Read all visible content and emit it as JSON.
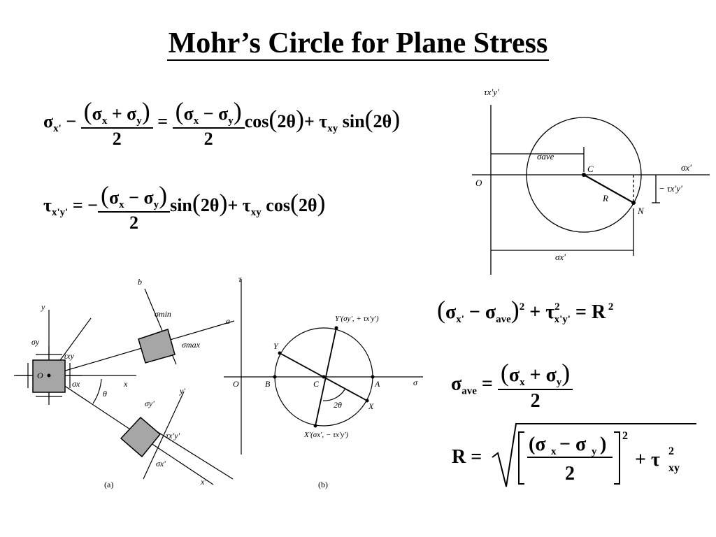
{
  "title": "Mohr’s Circle for Plane Stress",
  "equations": {
    "sigma_xprime": "σx' − (σx + σy)/2 = (σx − σy)/2 cos(2θ) + τxy sin(2θ)",
    "tau_xprime_yprime": "τx'y' = −(σx − σy)/2 sin(2θ) + τxy cos(2θ)",
    "circle": "(σx' − σave)² + τ²x'y' = R²",
    "sigma_ave": "σave = (σx + σy)/2",
    "radius": "R = √[((σx − σy)/2)² + τ²xy]"
  },
  "top_diagram": {
    "tau_axis": "τx'y'",
    "sigma_axis": "σx'",
    "origin": "O",
    "sigma_ave": "σave",
    "center": "C",
    "radius": "R",
    "point": "N",
    "neg_tau": "− τx'y'",
    "sigma_x": "σx'"
  },
  "fig_a": {
    "caption": "(a)",
    "labels": [
      "y",
      "b",
      "a",
      "σmin",
      "σmax",
      "σy",
      "τxy",
      "O",
      "σx",
      "x",
      "θ",
      "σy'",
      "y'",
      "τx'y'",
      "σx'",
      "x'"
    ]
  },
  "fig_b": {
    "caption": "(b)",
    "labels": [
      "τ",
      "Y'(σy', + τx'y')",
      "Y",
      "O",
      "B",
      "C",
      "A",
      "σ",
      "2θ",
      "X",
      "X'(σx', − τx'y')"
    ]
  },
  "colors": {
    "text": "#000000",
    "element_fill": "#a6a6a6",
    "background": "#ffffff"
  }
}
